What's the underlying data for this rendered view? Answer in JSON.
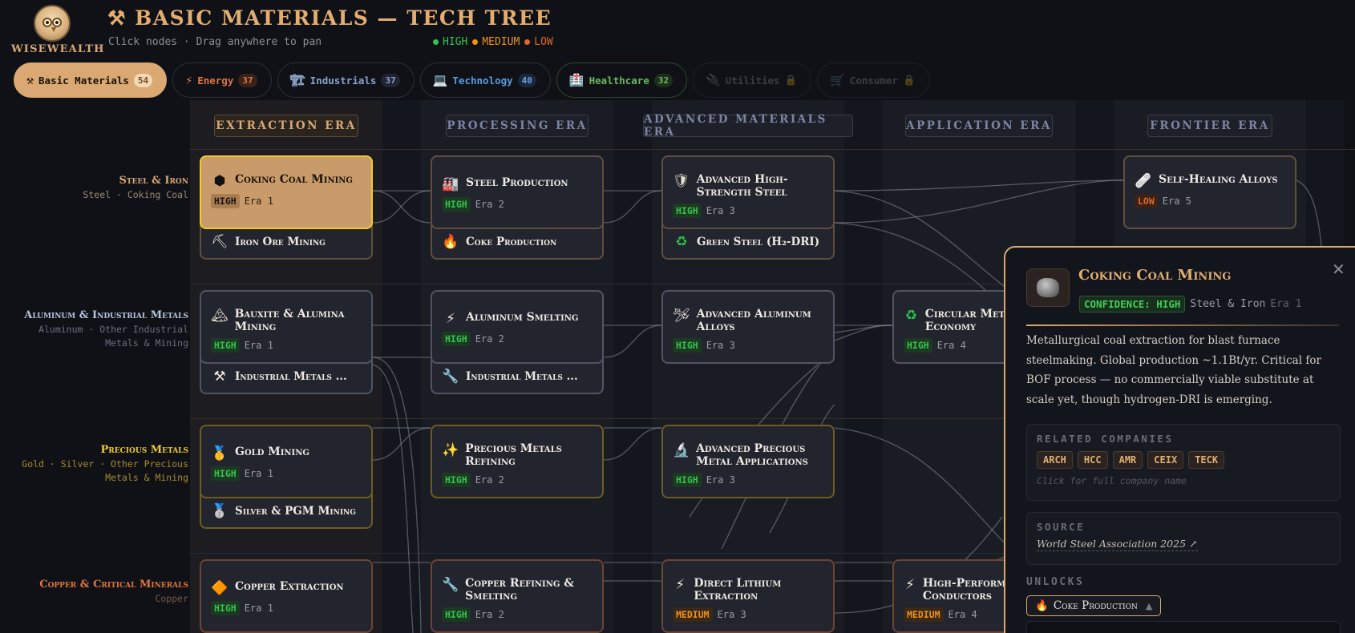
{
  "header": {
    "brand": "WISEWEALTH",
    "title": "⚒ BASIC MATERIALS — TECH TREE",
    "subtitle": "Click nodes · Drag anywhere to pan",
    "legend": [
      {
        "label": "HIGH",
        "color": "#36c44c"
      },
      {
        "label": "MEDIUM",
        "color": "#f0921c"
      },
      {
        "label": "LOW",
        "color": "#e0662c"
      }
    ]
  },
  "tabs": [
    {
      "icon": "⚒",
      "label": "Basic Materials",
      "count": "54",
      "state": "active"
    },
    {
      "icon": "⚡",
      "label": "Energy",
      "count": "37",
      "state": "normal"
    },
    {
      "icon": "🏗",
      "label": "Industrials",
      "count": "37",
      "state": "normal"
    },
    {
      "icon": "💻",
      "label": "Technology",
      "count": "40",
      "state": "normal"
    },
    {
      "icon": "🏥",
      "label": "Healthcare",
      "count": "32",
      "state": "normal"
    },
    {
      "icon": "🔌",
      "label": "Utilities",
      "lock": "🔒",
      "state": "locked"
    },
    {
      "icon": "🛒",
      "label": "Consumer",
      "lock": "🔒",
      "state": "locked"
    }
  ],
  "eras": [
    {
      "label": "EXTRACTION ERA",
      "active": true
    },
    {
      "label": "PROCESSING ERA"
    },
    {
      "label": "ADVANCED MATERIALS ERA"
    },
    {
      "label": "APPLICATION ERA"
    },
    {
      "label": "FRONTIER ERA"
    }
  ],
  "sectors": [
    {
      "name": "Steel & Iron",
      "sub": "Steel · Coking Coal",
      "color": "#d9a873",
      "subcolor": "#9a8a70"
    },
    {
      "name": "Aluminum & Industrial Metals",
      "sub": "Aluminum · Other Industrial Metals & Mining",
      "sub1": "Aluminum · Other Industrial",
      "sub2": "Metals & Mining",
      "color": "#b8c6dc",
      "subcolor": "#6a7080"
    },
    {
      "name": "Precious Metals",
      "sub1": "Gold · Silver · Other Precious",
      "sub2": "Metals & Mining",
      "color": "#f0cc2c",
      "subcolor": "#a88a2a"
    },
    {
      "name": "Copper & Critical Minerals",
      "sub": "Copper",
      "color": "#e0763c",
      "subcolor": "#7a5a48"
    }
  ],
  "nodes": {
    "coking_coal": {
      "icon": "⬢",
      "name": "Coking Coal Mining",
      "confidence": "HIGH",
      "era": "Era 1"
    },
    "iron_ore": {
      "icon": "⛏",
      "name": "Iron Ore Mining"
    },
    "steel_prod": {
      "icon": "🏭",
      "name": "Steel Production",
      "confidence": "HIGH",
      "era": "Era 2"
    },
    "coke_prod": {
      "icon": "🔥",
      "name": "Coke Production"
    },
    "ahss": {
      "icon": "🛡",
      "name": "Advanced High-Strength Steel",
      "confidence": "HIGH",
      "era": "Era 3"
    },
    "green_steel": {
      "icon": "♻",
      "name": "Green Steel (H₂-DRI)"
    },
    "self_healing": {
      "icon": "🩹",
      "name": "Self-Healing Alloys",
      "confidence": "LOW",
      "era": "Era 5"
    },
    "bauxite": {
      "icon": "🏔",
      "name": "Bauxite & Alumina Mining",
      "confidence": "HIGH",
      "era": "Era 1"
    },
    "ind_metals_1": {
      "icon": "⚒",
      "name": "Industrial Metals ..."
    },
    "alu_smelt": {
      "icon": "⚡",
      "name": "Aluminum Smelting",
      "confidence": "HIGH",
      "era": "Era 2"
    },
    "ind_metals_2": {
      "icon": "🔧",
      "name": "Industrial Metals ..."
    },
    "adv_alu": {
      "icon": "🛩",
      "name": "Advanced Aluminum Alloys",
      "confidence": "HIGH",
      "era": "Era 3"
    },
    "circular": {
      "icon": "♻",
      "name": "Circular Metals Economy",
      "confidence": "HIGH",
      "era": "Era 4"
    },
    "gold": {
      "icon": "🥇",
      "name": "Gold Mining",
      "confidence": "HIGH",
      "era": "Era 1"
    },
    "silver": {
      "icon": "🥈",
      "name": "Silver & PGM Mining"
    },
    "pm_refining": {
      "icon": "✨",
      "name": "Precious Metals Refining",
      "confidence": "HIGH",
      "era": "Era 2"
    },
    "adv_pm": {
      "icon": "🔬",
      "name": "Advanced Precious Metal Applications",
      "confidence": "HIGH",
      "era": "Era 3"
    },
    "copper_ext": {
      "icon": "🔶",
      "name": "Copper Extraction",
      "confidence": "HIGH",
      "era": "Era 1"
    },
    "copper_ref": {
      "icon": "🔧",
      "name": "Copper Refining & Smelting",
      "confidence": "HIGH",
      "era": "Era 2"
    },
    "dle": {
      "icon": "⚡",
      "name": "Direct Lithium Extraction",
      "confidence": "MEDIUM",
      "era": "Era 3"
    },
    "hp_conductors": {
      "icon": "⚡",
      "name": "High-Performance Conductors",
      "confidence": "MEDIUM",
      "era": "Era 4"
    }
  },
  "detail": {
    "title": "Coking Coal Mining",
    "confidence": "CONFIDENCE: HIGH",
    "sector": "Steel & Iron",
    "era": "Era 1",
    "description": "Metallurgical coal extraction for blast furnace steelmaking. Global production ~1.1Bt/yr. Critical for BOF process — no commercially viable substitute at scale yet, though hydrogen-DRI is emerging.",
    "related_label": "RELATED COMPANIES",
    "tickers": [
      "ARCH",
      "HCC",
      "AMR",
      "CEIX",
      "TECK"
    ],
    "tickers_hint": "Click for full company name",
    "source_label": "SOURCE",
    "source": "World Steel Association 2025 ↗",
    "unlocks_label": "UNLOCKS",
    "unlocks": [
      {
        "icon": "🔥",
        "name": "Coke Production",
        "caret": "▲"
      }
    ],
    "close": "✕"
  }
}
